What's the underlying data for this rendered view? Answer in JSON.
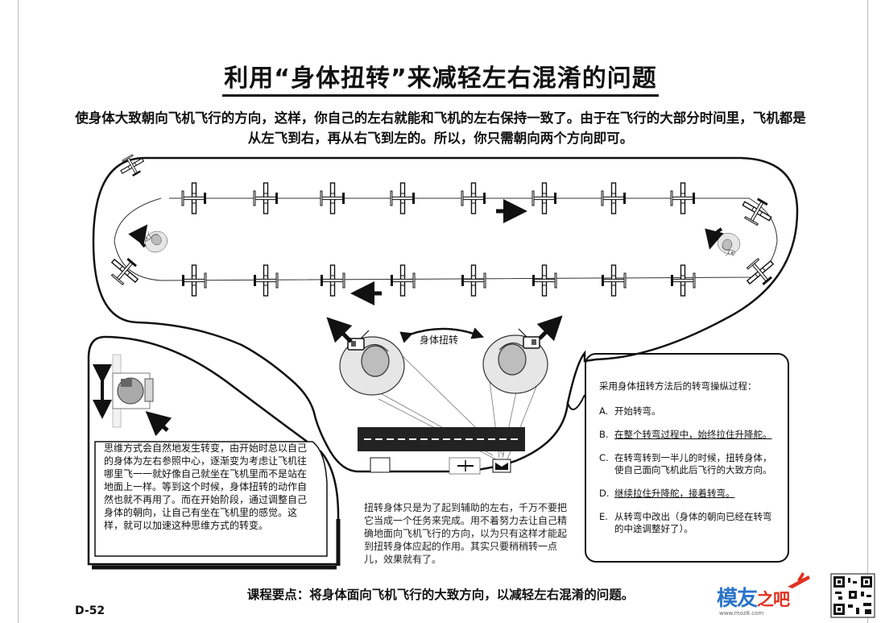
{
  "title": "利用“身体扭转”来减轻左右混淆的问题",
  "intro": "使身体大致朝向飞机飞行的方向，这样，你自己的左右就能和飞机的左右保持一致了。由于在飞行的大部分时间里，飞机都是从左飞到右，再从右飞到左的。所以，你只需朝向两个方向即可。",
  "diagram_label": "身体扭转",
  "left_text": "思维方式会自然地发生转变，由开始时总以自己的身体为左右参照中心，逐渐变为考虑让飞机往哪里飞一一就好像自己就坐在飞机里而不是站在地面上一样。等到这个时候，身体扭转的动作自然也就不再用了。而在开始阶段，通过调整自己身体的朝向，让自己有坐在飞机里的感觉。这样，就可以加速这种思维方式的转变。",
  "mid_text": "扭转身体只是为了起到辅助的左右，千万不要把它当成一个任务来完成。用不着努力去让自己精确地面向飞机飞行的方向，以为只有这样才能起到扭转身体应起的作用。其实只要稍稍转一点儿，效果就有了。",
  "right_box": {
    "heading": "采用身体扭转方法后的转弯操纵过程：",
    "steps": [
      {
        "key": "A.",
        "text": "开始转弯。"
      },
      {
        "key": "B.",
        "text": "在整个转弯过程中，始终拉住升降舵。"
      },
      {
        "key": "C.",
        "text": "在转弯转到一半儿的时候，扭转身体，使自己面向飞机此后飞行的大致方向。"
      },
      {
        "key": "D.",
        "text": "继续拉住升降舵，接着转弯。"
      },
      {
        "key": "E.",
        "text": "从转弯中改出（身体的朝向已经在转弯的中途调整好了）。"
      }
    ]
  },
  "summary": "课程要点：将身体面向飞机飞行的大致方向，以减轻左右混淆的问题。",
  "page_number": "D-52",
  "watermark": {
    "brand": "模友",
    "suffix": "之吧",
    "url": "www.moz8.com"
  }
}
